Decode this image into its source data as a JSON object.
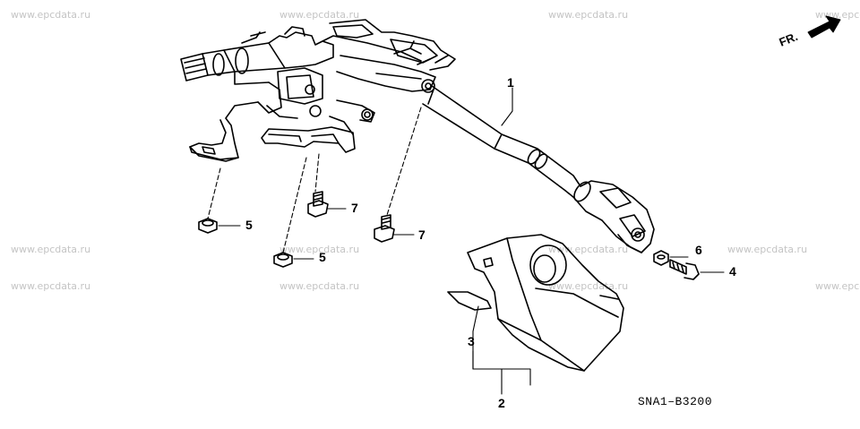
{
  "watermark": "www.epcdata.ru",
  "direction_label": "FR.",
  "diagram_code": "SNA1–B3200",
  "callouts": {
    "c1": "1",
    "c2": "2",
    "c3": "3",
    "c4": "4",
    "c5a": "5",
    "c5b": "5",
    "c6": "6",
    "c7a": "7",
    "c7b": "7"
  }
}
